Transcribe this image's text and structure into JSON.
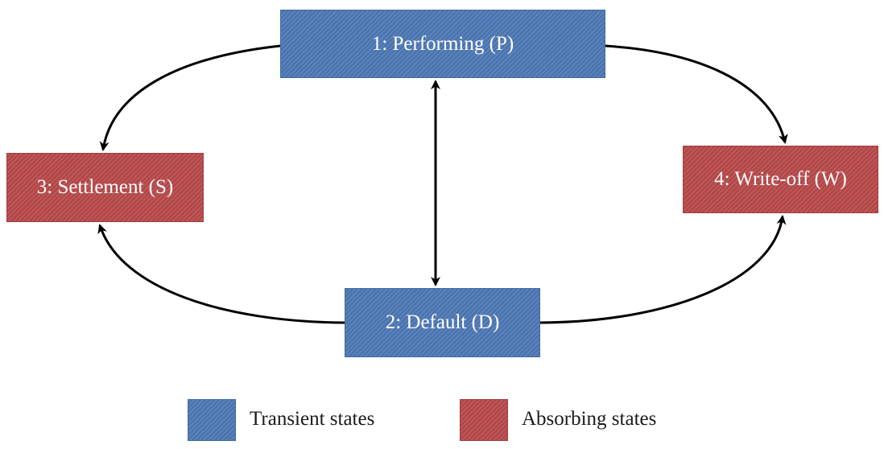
{
  "states": {
    "performing": "1: Performing (P)",
    "default": "2: Default (D)",
    "settlement": "3: Settlement (S)",
    "writeoff": "4: Write-off (W)"
  },
  "legend": {
    "transient": "Transient states",
    "absorbing": "Absorbing states"
  },
  "colors": {
    "transient": "#4d78b5",
    "absorbing": "#b8494a",
    "arrow": "#000000"
  }
}
